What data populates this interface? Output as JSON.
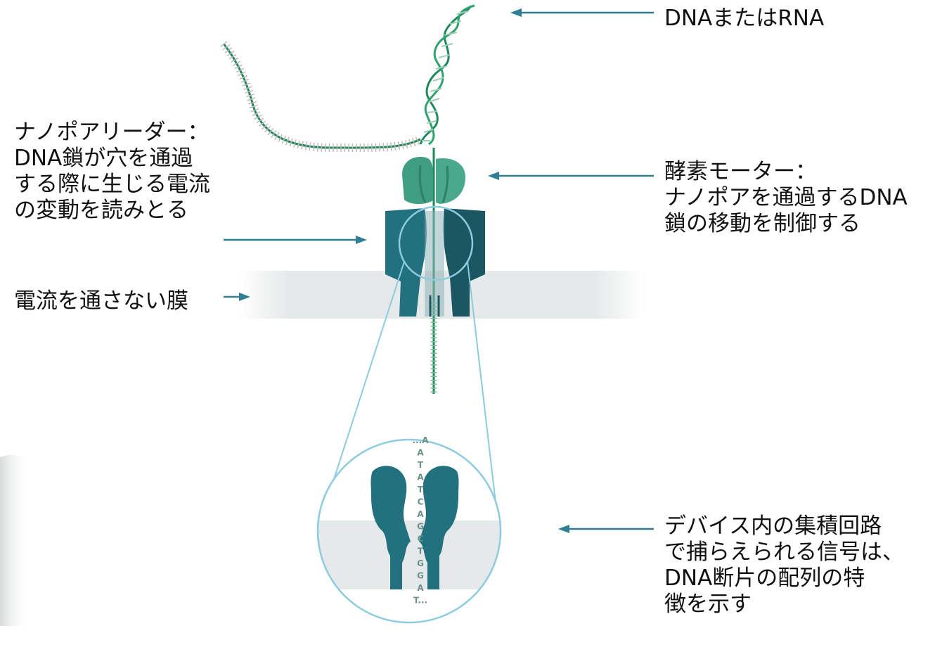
{
  "labels": {
    "dna_or_rna": "DNAまたはRNA",
    "nanopore_reader": [
      "ナノポアリーダー：",
      "DNA鎖が穴を通過",
      "する際に生じる電流",
      "の変動を読みとる"
    ],
    "membrane": "電流を通さない膜",
    "enzyme_motor": [
      "酵素モーター：",
      "ナノポアを通過するDNA",
      "鎖の移動を制御する"
    ],
    "signal": [
      "デバイス内の集積回路",
      "で捕らえられる信号は、",
      "DNA断片の配列の特",
      "徴を示す"
    ]
  },
  "bases": [
    "...A",
    "A",
    "T",
    "A",
    "T",
    "C",
    "A",
    "G",
    "C",
    "T",
    "G",
    "G",
    "A",
    "T..."
  ],
  "colors": {
    "pore": "#23707f",
    "pore_dark": "#1a5763",
    "motor": "#3f9e82",
    "strand": "#1e8a5c",
    "arrow": "#2f7e93",
    "zoom_outline": "#8ccbe0",
    "membrane": "#e6e9ea"
  }
}
